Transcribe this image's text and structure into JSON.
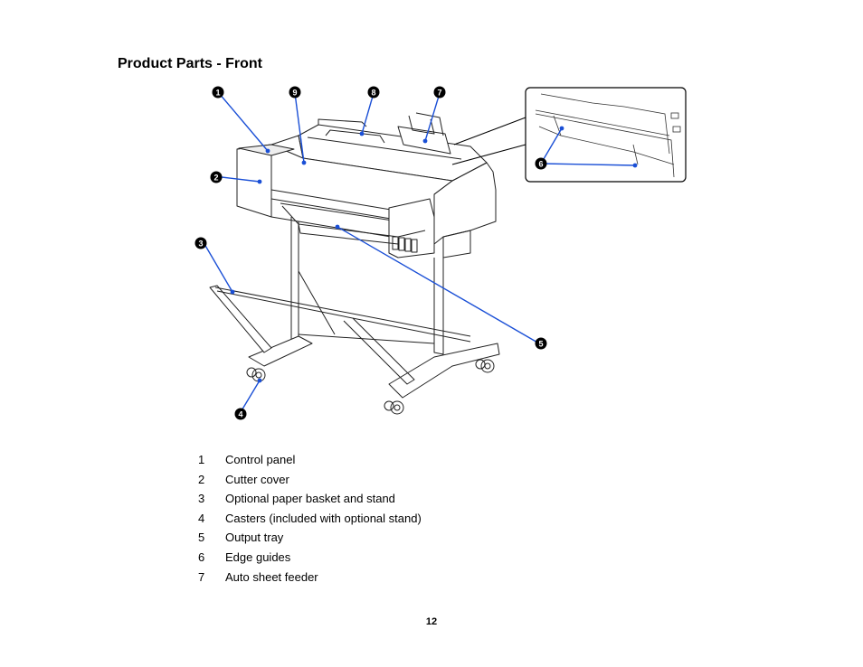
{
  "title": "Product Parts - Front",
  "callout_numbers": [
    "1",
    "2",
    "3",
    "4",
    "5",
    "6",
    "7",
    "8",
    "9"
  ],
  "parts": [
    {
      "number": "1",
      "label": "Control panel"
    },
    {
      "number": "2",
      "label": "Cutter cover"
    },
    {
      "number": "3",
      "label": "Optional paper basket and stand"
    },
    {
      "number": "4",
      "label": "Casters (included with optional stand)"
    },
    {
      "number": "5",
      "label": "Output tray"
    },
    {
      "number": "6",
      "label": "Edge guides"
    },
    {
      "number": "7",
      "label": "Auto sheet feeder"
    }
  ],
  "page_number": "12",
  "colors": {
    "leader_line": "#1a4fd6",
    "callout_fill": "#000000",
    "line_art": "#222222"
  }
}
